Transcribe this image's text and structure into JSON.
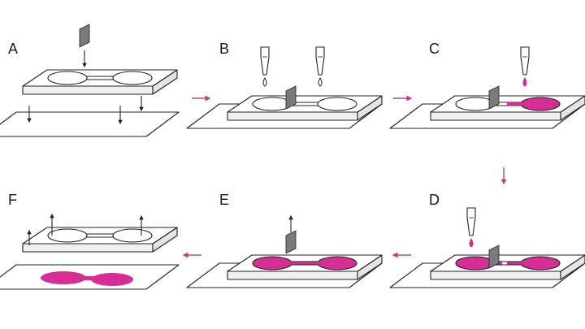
{
  "diagram": {
    "step_labels": [
      "A",
      "B",
      "C",
      "D",
      "E",
      "F"
    ]
  },
  "colors": {
    "fill_accent": "#d62e95",
    "arrow_accent": "#c0407f",
    "line": "#222222",
    "template_face": "#ffffff",
    "template_side": "#f0f0f0",
    "blade": "#7a7a7a"
  },
  "icons": {
    "pipette": "pipette-icon",
    "blade": "blade-icon",
    "direction_arrow": "arrow-icon"
  }
}
